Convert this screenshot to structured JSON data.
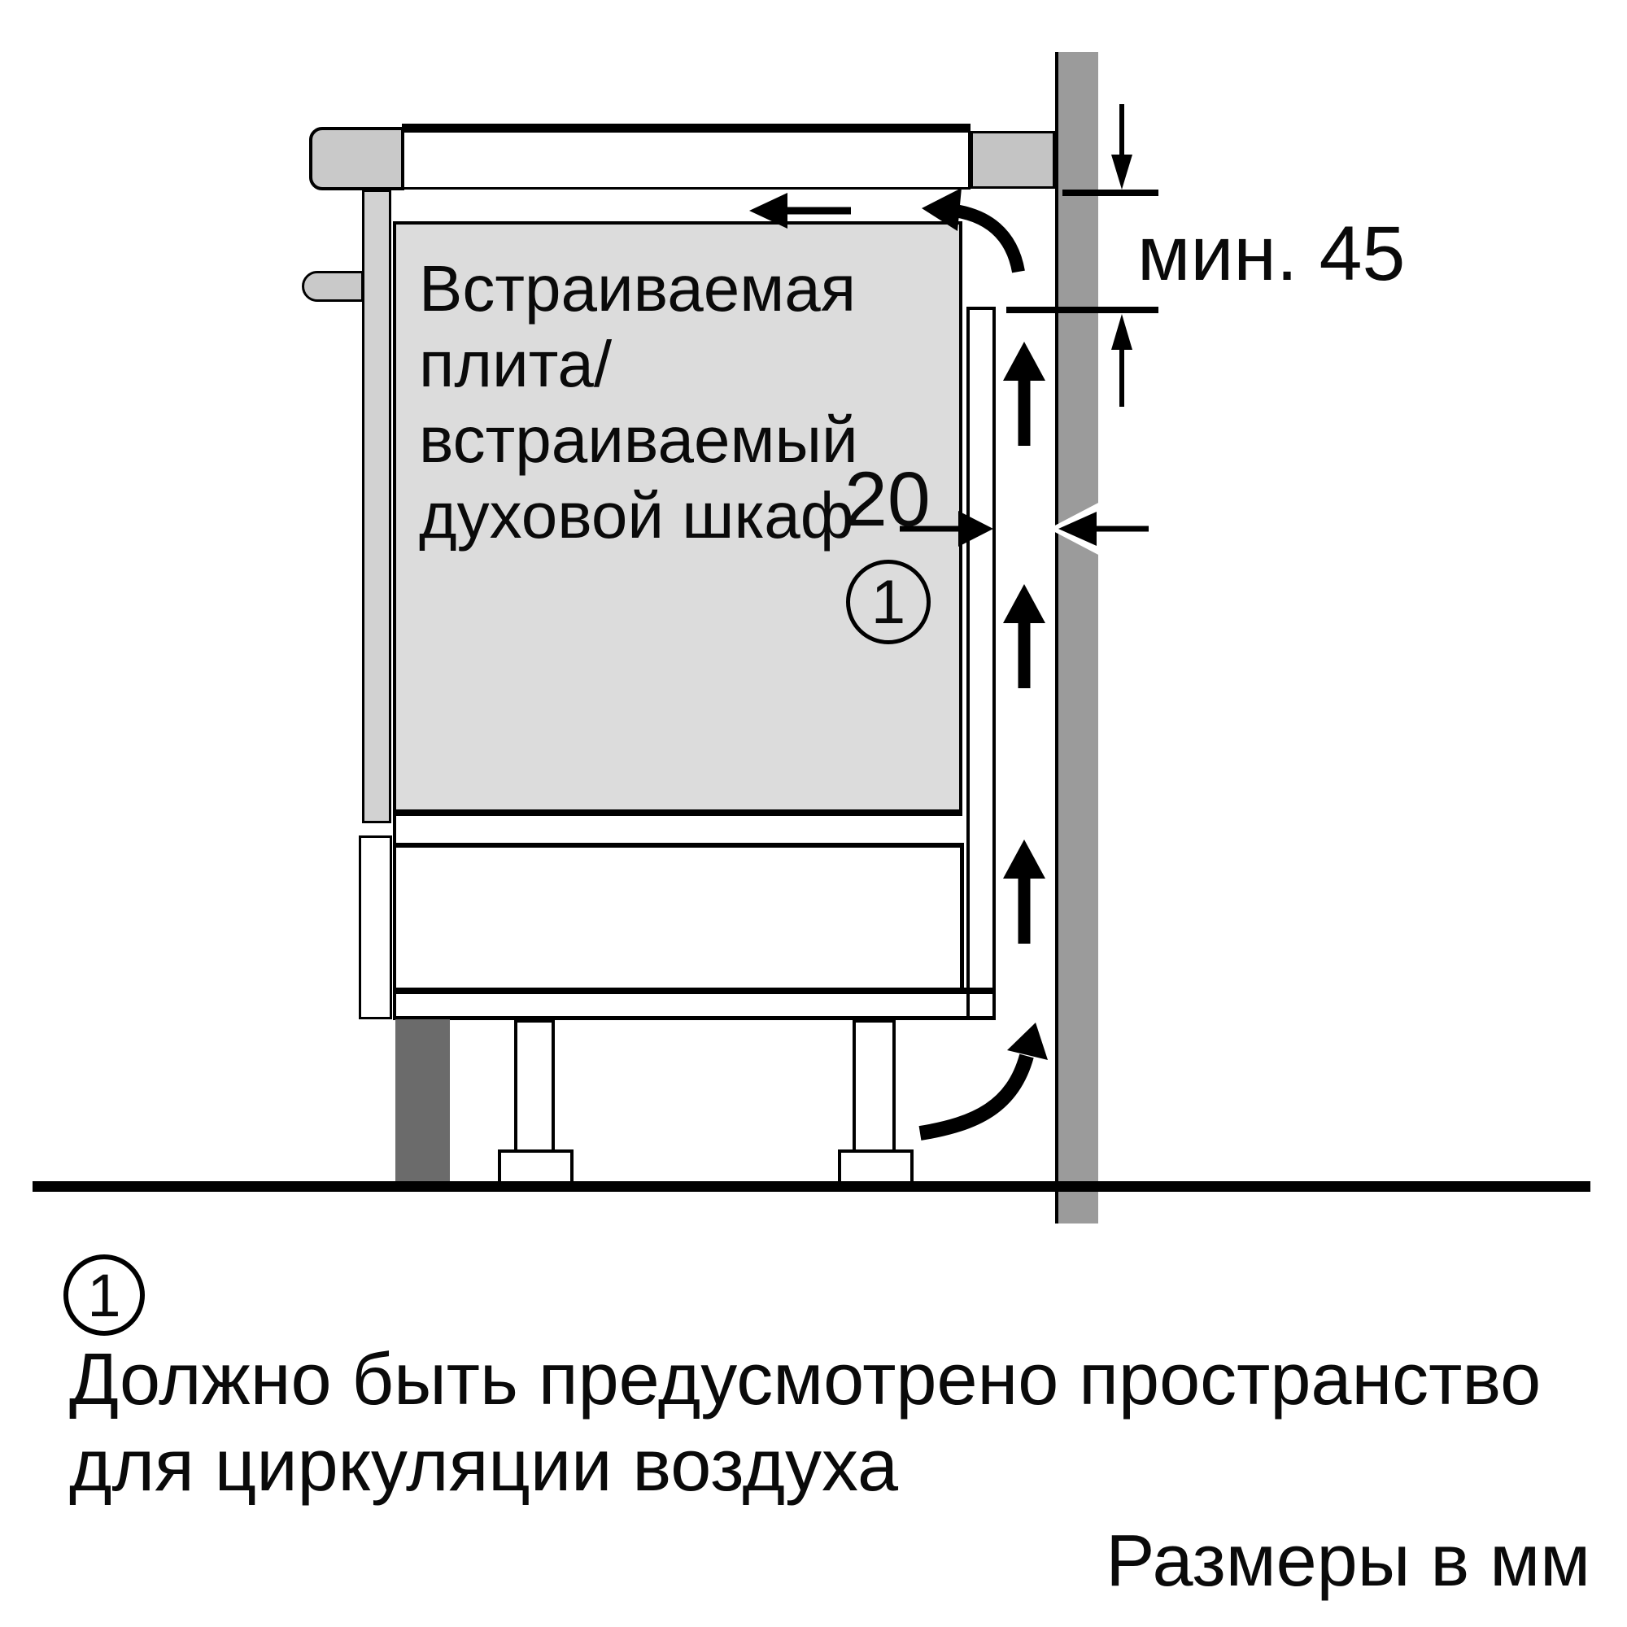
{
  "diagram": {
    "appliance_label_lines": [
      "Встраиваемая",
      "плита/",
      "встраиваемый",
      "духовой шкаф"
    ],
    "dimensions": {
      "min_distance": "мин. 45",
      "gap": "20"
    },
    "callout": {
      "marker": "1"
    },
    "footnote": {
      "marker": "1",
      "line1": "Должно быть предусмотрено пространство",
      "line2": "для циркуляции воздуха"
    },
    "unit_note": "Размеры в мм",
    "colors": {
      "wall": "#9b9b9b",
      "oven_fill": "#dcdcdc",
      "worktop_end_strip": "#c4c4c4",
      "hob_front": "#c9c9c9",
      "trim_bar": "#d2d2d2",
      "plinth_bar": "#6b6b6b",
      "line": "#000000"
    }
  }
}
